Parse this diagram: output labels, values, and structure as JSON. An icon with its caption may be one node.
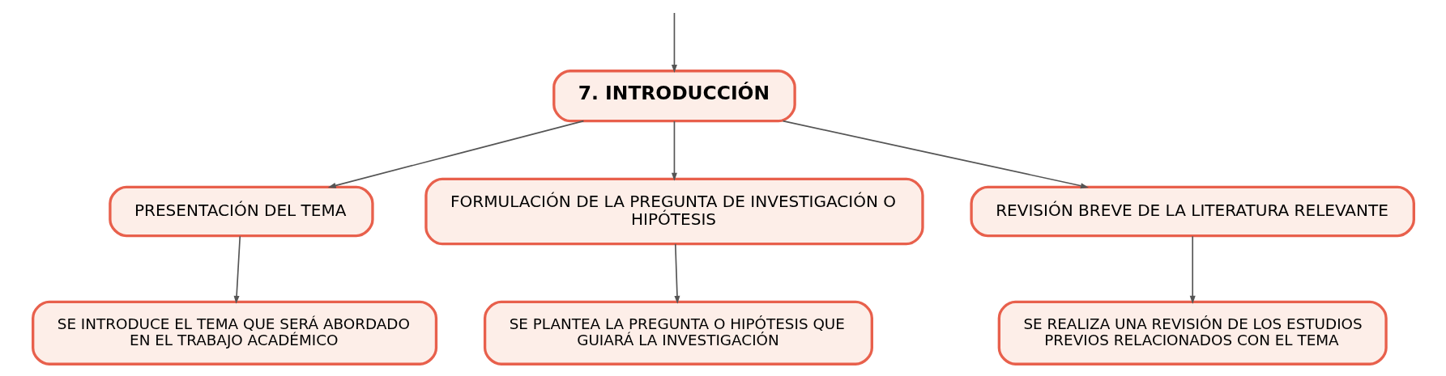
{
  "diagram": {
    "nodes": [
      {
        "text": [
          "7. INTRODUCCIÓN"
        ]
      },
      {
        "text": [
          "PRESENTACIÓN DEL TEMA"
        ]
      },
      {
        "text": [
          "FORMULACIÓN DE LA PREGUNTA DE INVESTIGACIÓN O HIPÓTESIS"
        ]
      },
      {
        "text": [
          "REVISIÓN BREVE DE LA LITERATURA RELEVANTE"
        ]
      },
      {
        "text": [
          "SE INTRODUCE EL TEMA QUE SERÁ ABORDADO EN EL TRABAJO ACADÉMICO"
        ]
      },
      {
        "text": [
          "SE PLANTEA LA PREGUNTA O HIPÓTESIS QUE GUIARÁ LA INVESTIGACIÓN"
        ]
      },
      {
        "text": [
          "SE REALIZA UNA REVISIÓN DE LOS ESTUDIOS PREVIOS RELACIONADOS CON EL TEMA"
        ]
      }
    ],
    "edges": [
      {
        "from": null,
        "to": 0,
        "arrow": "to"
      },
      {
        "from": 0,
        "to": 1,
        "arrow": "to"
      },
      {
        "from": 1,
        "to": 4,
        "arrow": "to"
      },
      {
        "from": 0,
        "to": 2,
        "arrow": "to"
      },
      {
        "from": 2,
        "to": 5,
        "arrow": "to"
      },
      {
        "from": 0,
        "to": 3,
        "arrow": "to"
      },
      {
        "from": 3,
        "to": 6,
        "arrow": "to"
      }
    ]
  }
}
